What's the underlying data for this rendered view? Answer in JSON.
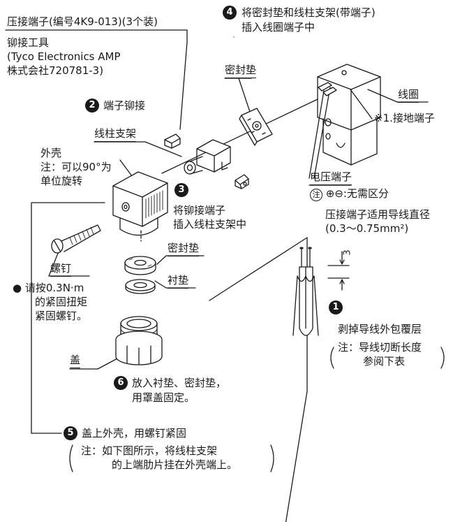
{
  "labels": {
    "crimp_terminal": "压接端子(编号4K9-013)(3个装)",
    "crimp_tool": "铆接工具",
    "crimp_tool_maker": "(Tyco Electronics AMP",
    "crimp_tool_model": "株式会社720781-3)",
    "step2_label": "端子铆接",
    "terminal_holder": "线柱支架",
    "gasket_top": "密封垫",
    "step4_line1": "将密封垫和线柱支架(带端子)",
    "step4_line2": "插入线圈端子中",
    "coil": "线圈",
    "ground_terminal": "※1.接地端子",
    "housing": "外壳",
    "housing_note1": "注：可以90°为",
    "housing_note2": "单位旋转",
    "step3_line1": "将铆接端子",
    "step3_line2": "插入线柱支架中",
    "voltage_terminal": "电压端子",
    "voltage_note_mark": "注",
    "voltage_note_symbols": "⊕⊖",
    "voltage_note_text": ":无需区分",
    "wire_diameter_line1": "压接端子适用导线直径",
    "wire_diameter_line2": "(0.3～0.75mm²)",
    "strip_dim": "3",
    "gasket_mid": "密封垫",
    "washer": "衬垫",
    "screw": "螺钉",
    "torque_line1": "● 请按0.3N·m",
    "torque_line2": "的紧固扭矩",
    "torque_line3": "紧固螺钉。",
    "step1_label": "剥掉导线外包覆层",
    "step1_note1": "注：导线切断长度",
    "step1_note2": "参阅下表",
    "cap": "盖",
    "step6_line1": "放入衬垫、密封垫，",
    "step6_line2": "用罩盖固定。",
    "step5_line1": "盖上外壳，用螺钉紧固",
    "step5_note1": "注：如下图所示，将线柱支架",
    "step5_note2": "的上端肋片挂在外壳端上。"
  },
  "steps": {
    "s1": "1",
    "s2": "2",
    "s3": "3",
    "s4": "4",
    "s5": "5",
    "s6": "6"
  }
}
